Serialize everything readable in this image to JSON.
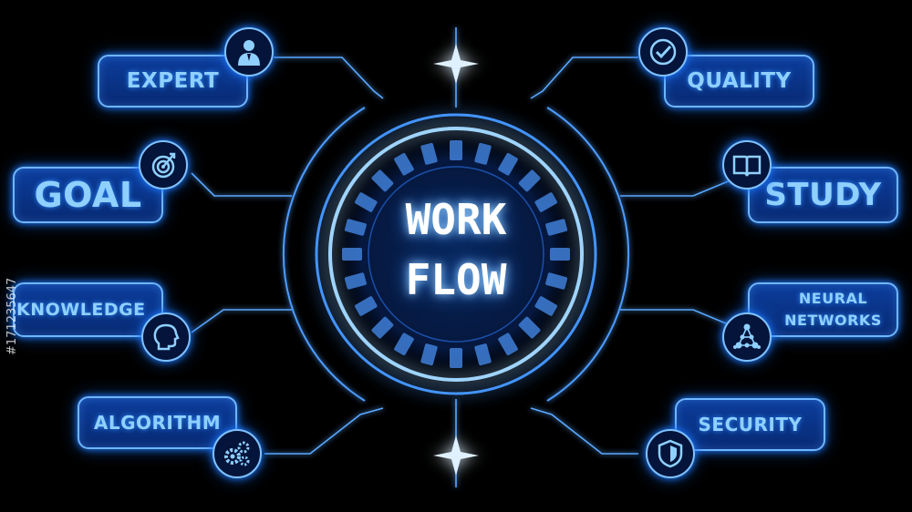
{
  "center": {
    "line1": "WORK",
    "line2": "FLOW"
  },
  "labels": {
    "expert": "EXPERT",
    "goal": "GOAL",
    "knowledge": "KNOWLEDGE",
    "algorithm": "ALGORITHM",
    "quality": "QUALITY",
    "study": "STUDY",
    "neural_line1": "NEURAL",
    "neural_line2": "NETWORKS",
    "security": "SECURITY"
  },
  "icons": {
    "expert": "person-icon",
    "goal": "target-icon",
    "knowledge": "head-icon",
    "algorithm": "gears-icon",
    "quality": "checkmark-icon",
    "study": "book-icon",
    "neural": "network-icon",
    "security": "shield-icon"
  },
  "watermark": "#171235647",
  "colors": {
    "background": "#000000",
    "glow": "#1e78ff",
    "label_fill": "#0a3488",
    "label_text": "#8fd0ff"
  }
}
